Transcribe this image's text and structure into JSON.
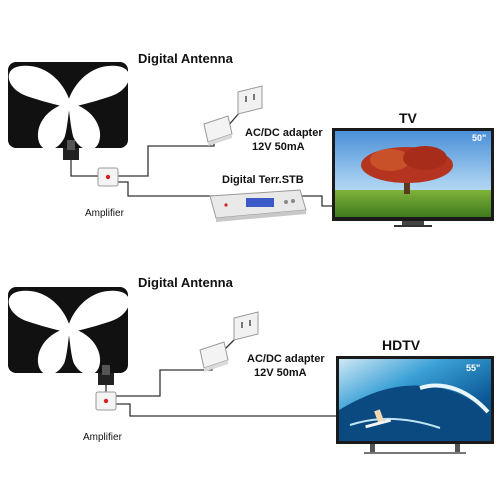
{
  "colors": {
    "antenna": "#111111",
    "butterfly": "#ffffff",
    "cable": "#333333",
    "tv_frame": "#1a1a1a",
    "stb_display": "#3a5bc7",
    "amp_dot": "#d22222"
  },
  "icons": [
    "butterfly-antenna-icon",
    "amplifier-icon",
    "wall-socket-icon",
    "power-adapter-icon",
    "set-top-box-icon",
    "tv-icon"
  ],
  "diagrams": [
    {
      "antenna_label": "Digital Antenna",
      "amplifier_label": "Amplifier",
      "adapter_label_line1": "AC/DC adapter",
      "adapter_label_line2": "12V 50mA",
      "stb_label": "Digital Terr.STB",
      "tv_label": "TV",
      "screen_size": "50\""
    },
    {
      "antenna_label": "Digital Antenna",
      "amplifier_label": "Amplifier",
      "adapter_label_line1": "AC/DC adapter",
      "adapter_label_line2": "12V 50mA",
      "tv_label": "HDTV",
      "screen_size": "55\""
    }
  ]
}
